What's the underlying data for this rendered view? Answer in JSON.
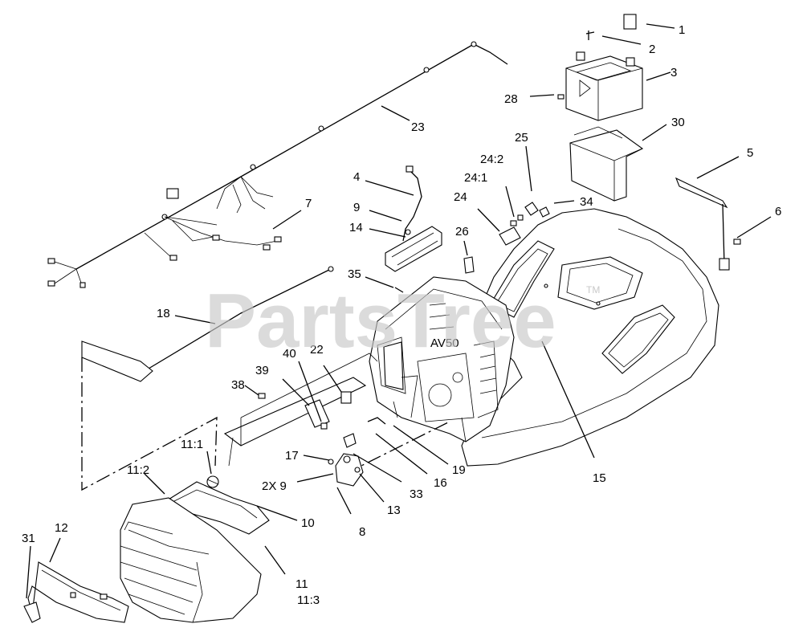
{
  "watermark": {
    "text": "PartsTree",
    "tm": "TM"
  },
  "part_text": "AV50",
  "callouts": [
    "1",
    "2",
    "3",
    "28",
    "30",
    "5",
    "6",
    "23",
    "4",
    "9",
    "14",
    "7",
    "18",
    "35",
    "26",
    "24",
    "24:1",
    "24:2",
    "25",
    "34",
    "40",
    "22",
    "39",
    "38",
    "15",
    "11:1",
    "11:2",
    "17",
    "2X 9",
    "33",
    "13",
    "8",
    "16",
    "19",
    "10",
    "11",
    "11:3",
    "12",
    "31"
  ]
}
